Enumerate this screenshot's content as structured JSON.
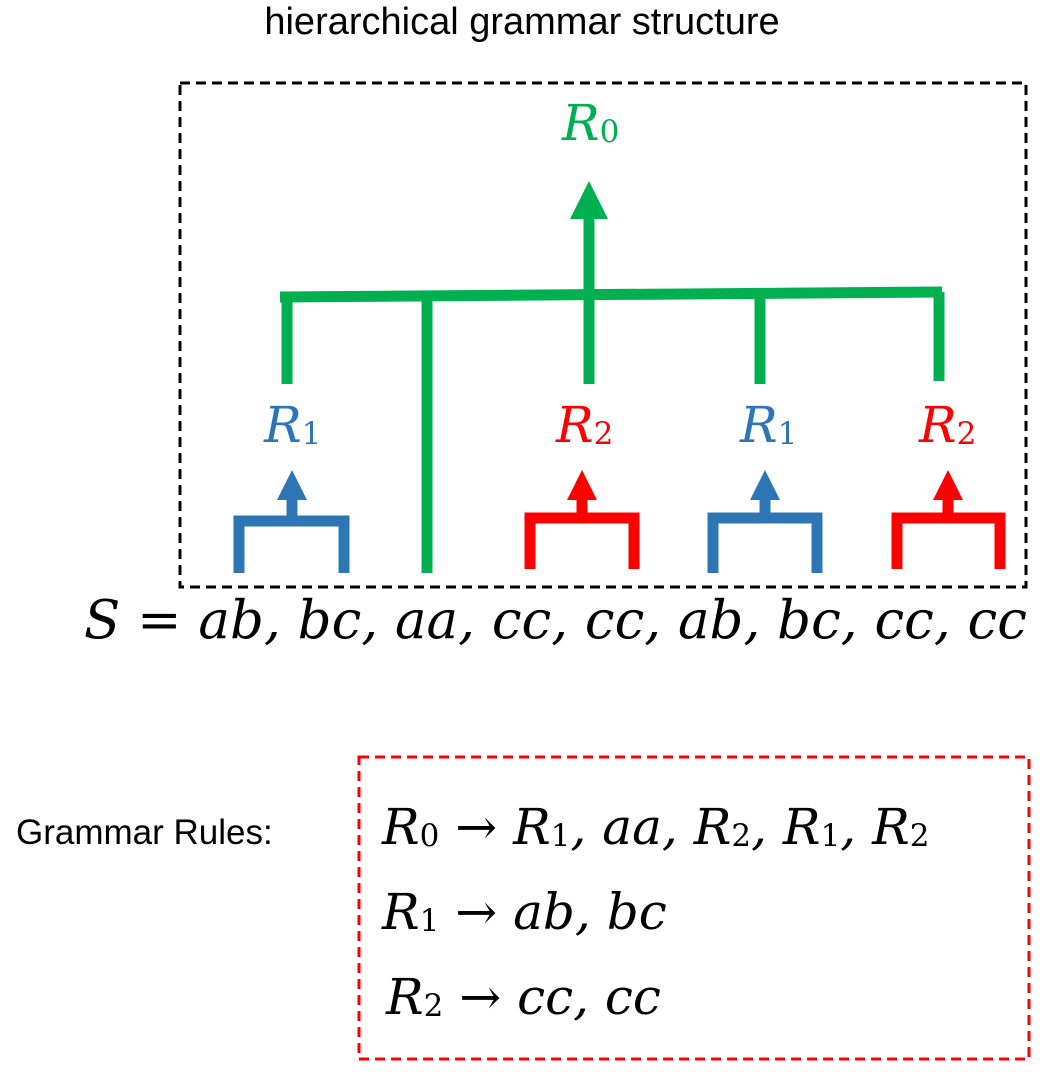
{
  "title": "hierarchical grammar structure",
  "tree": {
    "root": {
      "symbol": "R",
      "index": "0"
    },
    "nodes": [
      {
        "symbol": "R",
        "index": "1"
      },
      {
        "symbol": "R",
        "index": "2"
      },
      {
        "symbol": "R",
        "index": "1"
      },
      {
        "symbol": "R",
        "index": "2"
      }
    ]
  },
  "sequence": {
    "prefix": "S = ",
    "text": "ab, bc, aa, cc, cc, ab, bc, cc, cc"
  },
  "rules": {
    "heading": "Grammar Rules:",
    "arrow": "→",
    "items": [
      {
        "lhs_symbol": "R",
        "lhs_index": "0",
        "rhs": [
          {
            "sym": "R",
            "idx": "1"
          },
          {
            "sep": ", "
          },
          {
            "sym": "aa"
          },
          {
            "sep": ", "
          },
          {
            "sym": "R",
            "idx": "2"
          },
          {
            "sep": ", "
          },
          {
            "sym": "R",
            "idx": "1"
          },
          {
            "sep": ", "
          },
          {
            "sym": "R",
            "idx": "2"
          }
        ]
      },
      {
        "lhs_symbol": "R",
        "lhs_index": "1",
        "rhs_text": "ab, bc"
      },
      {
        "lhs_symbol": "R",
        "lhs_index": "2",
        "rhs_text": "cc, cc"
      }
    ]
  },
  "colors": {
    "root": "#00b050",
    "rule1": "#2e75b6",
    "rule2": "#ff0000",
    "box_outer": "#000000",
    "box_rules": "#ff0000"
  }
}
